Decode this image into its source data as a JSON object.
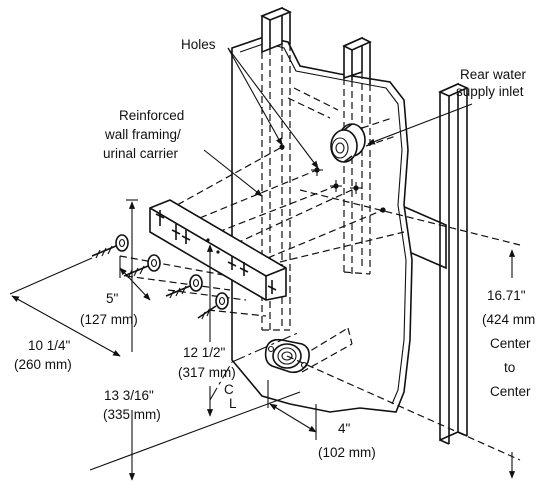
{
  "labels": {
    "holes": "Holes",
    "rear_inlet_1": "Rear water",
    "rear_inlet_2": "supply inlet",
    "framing_1": "Reinforced",
    "framing_2": "wall framing/",
    "framing_3": "urinal carrier"
  },
  "dimensions": {
    "d5_in": "5\"",
    "d5_mm": "(127 mm)",
    "d10_in": "10 1/4\"",
    "d10_mm": "(260 mm)",
    "d12_in": "12 1/2\"",
    "d12_mm": "(317 mm)",
    "d13_in": "13 3/16\"",
    "d13_mm": "(335 mm)",
    "d4_in": "4\"",
    "d4_mm": "(102 mm)",
    "d16_in": "16.71\"",
    "d16_mm": "(424 mm",
    "d16_l3": "Center",
    "d16_l4": "to",
    "d16_l5": "Center",
    "centerline_c": "C",
    "centerline_l": "L"
  }
}
